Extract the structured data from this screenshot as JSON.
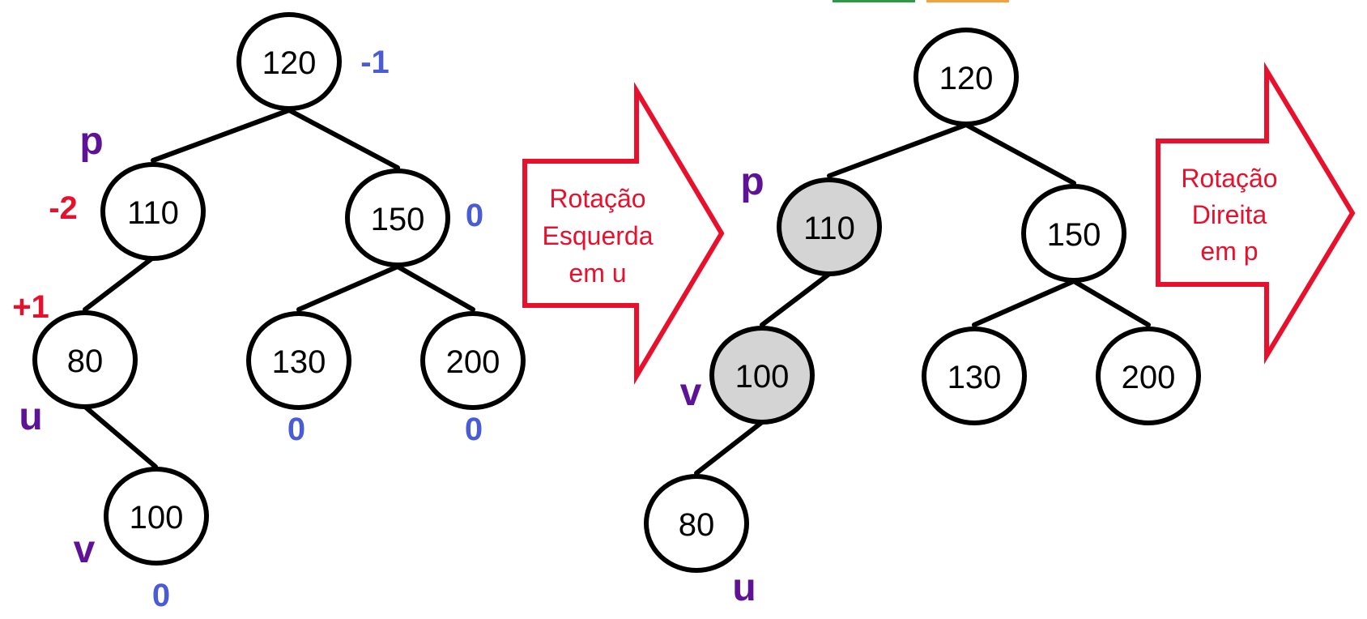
{
  "colors": {
    "edge": "#000000",
    "node_fill": "#ffffff",
    "node_highlight": "#d4d4d4",
    "balance_blue": "#4a5bd6",
    "balance_red": "#e8112d",
    "pointer_purple": "#5e1295",
    "arrow_red": "#e8112d",
    "legend_green": "#2e9a48",
    "legend_orange": "#f2a23a"
  },
  "left_tree": {
    "nodes": {
      "n120": "120",
      "n110": "110",
      "n150": "150",
      "n80": "80",
      "n130": "130",
      "n200": "200",
      "n100": "100"
    },
    "balances": {
      "b120": "-1",
      "b110": "-2",
      "b150": "0",
      "b80": "+1",
      "b130": "0",
      "b200": "0",
      "b100": "0"
    },
    "pointers": {
      "p": "p",
      "u": "u",
      "v": "v"
    }
  },
  "arrow1": {
    "line1": "Rotação",
    "line2": "Esquerda",
    "line3": "em u"
  },
  "right_tree": {
    "nodes": {
      "n120": "120",
      "n110": "110",
      "n150": "150",
      "n100": "100",
      "n130": "130",
      "n200": "200",
      "n80": "80"
    },
    "pointers": {
      "p": "p",
      "v": "v",
      "u": "u"
    }
  },
  "arrow2": {
    "line1": "Rotação",
    "line2": "Direita",
    "line3": "em p"
  }
}
